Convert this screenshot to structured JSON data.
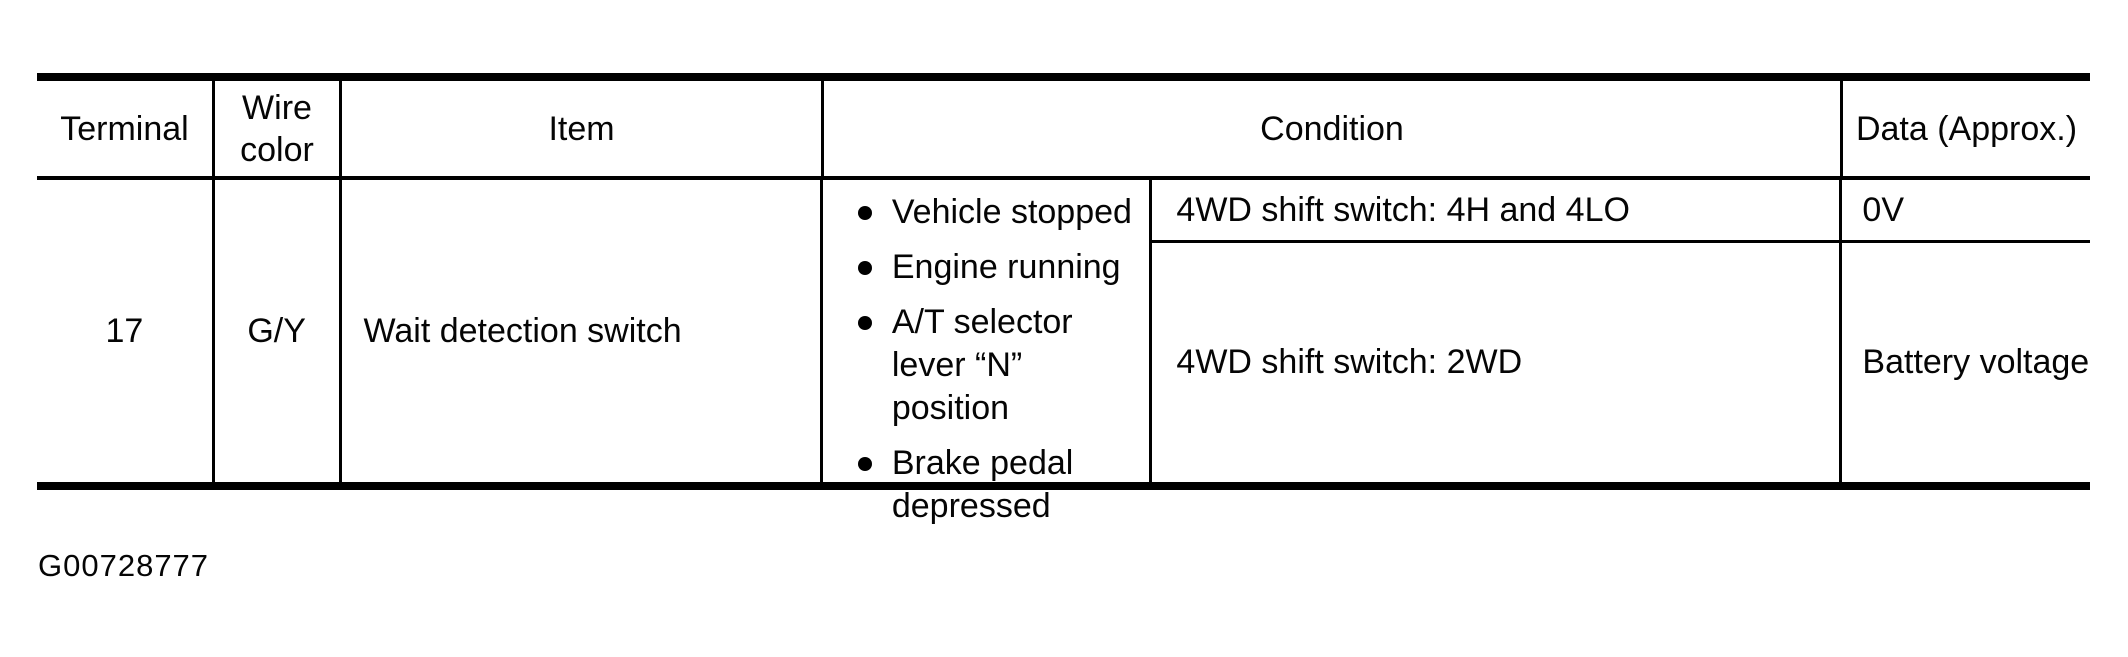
{
  "figure_id": "G00728777",
  "table": {
    "headers": {
      "terminal": "Terminal",
      "wire_color": "Wire color",
      "item": "Item",
      "condition": "Condition",
      "data": "Data (Approx.)"
    },
    "row": {
      "terminal": "17",
      "wire_color": "G/Y",
      "item": "Wait detection switch",
      "conditions_common": [
        {
          "lines": [
            "Vehicle stopped"
          ]
        },
        {
          "lines": [
            "Engine running"
          ]
        },
        {
          "lines": [
            "A/T selector",
            "lever “N” position"
          ]
        },
        {
          "lines": [
            "Brake pedal",
            "depressed"
          ]
        }
      ],
      "cases": [
        {
          "condition": "4WD shift switch: 4H and 4LO",
          "data": "0V"
        },
        {
          "condition": "4WD shift switch: 2WD",
          "data": "Battery voltage"
        }
      ]
    }
  },
  "colors": {
    "ink": "#050505",
    "paper": "#ffffff"
  }
}
